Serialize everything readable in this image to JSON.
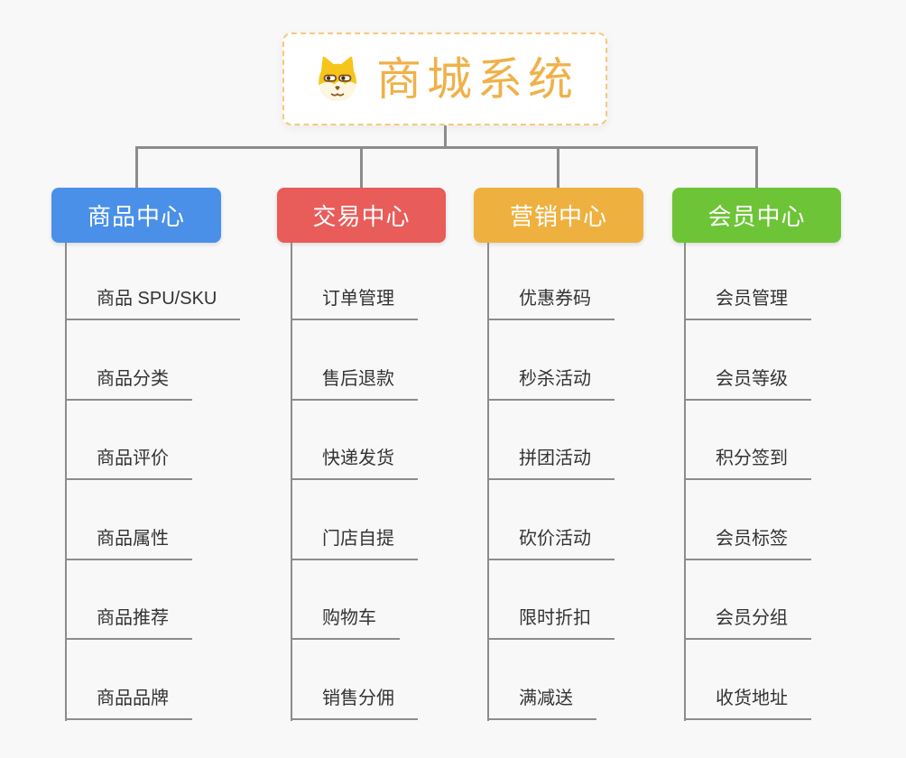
{
  "root": {
    "title": "商城系统",
    "icon": "doge-dog-icon"
  },
  "branches": [
    {
      "label": "商品中心",
      "color": "#4a90e8",
      "items": [
        "商品 SPU/SKU",
        "商品分类",
        "商品评价",
        "商品属性",
        "商品推荐",
        "商品品牌"
      ]
    },
    {
      "label": "交易中心",
      "color": "#e85c5a",
      "items": [
        "订单管理",
        "售后退款",
        "快递发货",
        "门店自提",
        "购物车",
        "销售分佣"
      ]
    },
    {
      "label": "营销中心",
      "color": "#eeb140",
      "items": [
        "优惠券码",
        "秒杀活动",
        "拼团活动",
        "砍价活动",
        "限时折扣",
        "满减送"
      ]
    },
    {
      "label": "会员中心",
      "color": "#6ec437",
      "items": [
        "会员管理",
        "会员等级",
        "积分签到",
        "会员标签",
        "会员分组",
        "收货地址"
      ]
    }
  ],
  "colors": {
    "background": "#f8f8f8",
    "connector": "#8c8c8c",
    "root_title": "#f0b14a",
    "root_border": "#f7c87d",
    "item_text": "#333333"
  }
}
